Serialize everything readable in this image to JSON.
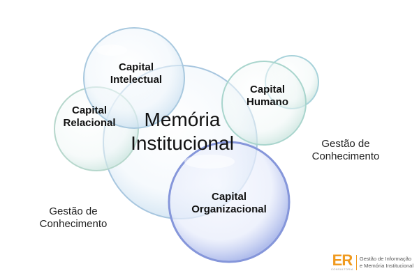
{
  "diagram": {
    "capital_intelectual": [
      "Capital",
      "Intelectual"
    ],
    "capital_relacional": [
      "Capital",
      "Relacional"
    ],
    "capital_humano": [
      "Capital",
      "Humano"
    ],
    "memoria_institucional": [
      "Memória",
      "Institucional"
    ],
    "capital_organizacional": [
      "Capital",
      "Organizacional"
    ],
    "gestao_right": [
      "Gestão de",
      "Conhecimento"
    ],
    "gestao_left": [
      "Gestão de",
      "Conhecimento"
    ]
  },
  "logo": {
    "letters": "ER",
    "subtitle": "CONSULTORIA",
    "line1": "Gestão de Informação",
    "line2": "e Memória Institucional"
  },
  "colors": {
    "bubble_edge": "#8fb8d8",
    "bubble_fill": "#e9f3fa",
    "bubble_accent_green": "#b6dcc0",
    "bubble_organizational_edge": "#7f93d6",
    "logo_orange": "#f09a1f"
  }
}
